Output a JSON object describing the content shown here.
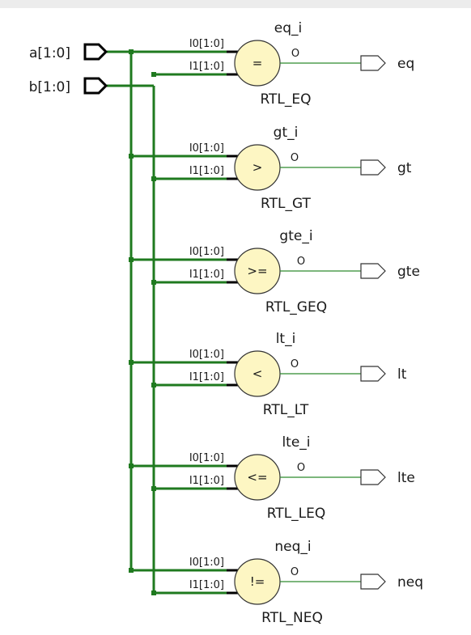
{
  "inputs": [
    {
      "name": "a[1:0]"
    },
    {
      "name": "b[1:0]"
    }
  ],
  "pins": {
    "in0": "I0[1:0]",
    "in1": "I1[1:0]",
    "out": "O"
  },
  "cells": [
    {
      "instance": "eq_i",
      "op": "=",
      "type": "RTL_EQ",
      "output": "eq"
    },
    {
      "instance": "gt_i",
      "op": ">",
      "type": "RTL_GT",
      "output": "gt"
    },
    {
      "instance": "gte_i",
      "op": ">=",
      "type": "RTL_GEQ",
      "output": "gte"
    },
    {
      "instance": "lt_i",
      "op": "<",
      "type": "RTL_LT",
      "output": "lt"
    },
    {
      "instance": "lte_i",
      "op": "<=",
      "type": "RTL_LEQ",
      "output": "lte"
    },
    {
      "instance": "neq_i",
      "op": "!=",
      "type": "RTL_NEQ",
      "output": "neq"
    }
  ],
  "colors": {
    "bus": "#1f7a1f",
    "net": "#2e8b2e",
    "gate_fill": "#fdf6c3",
    "pin": "#000000"
  }
}
